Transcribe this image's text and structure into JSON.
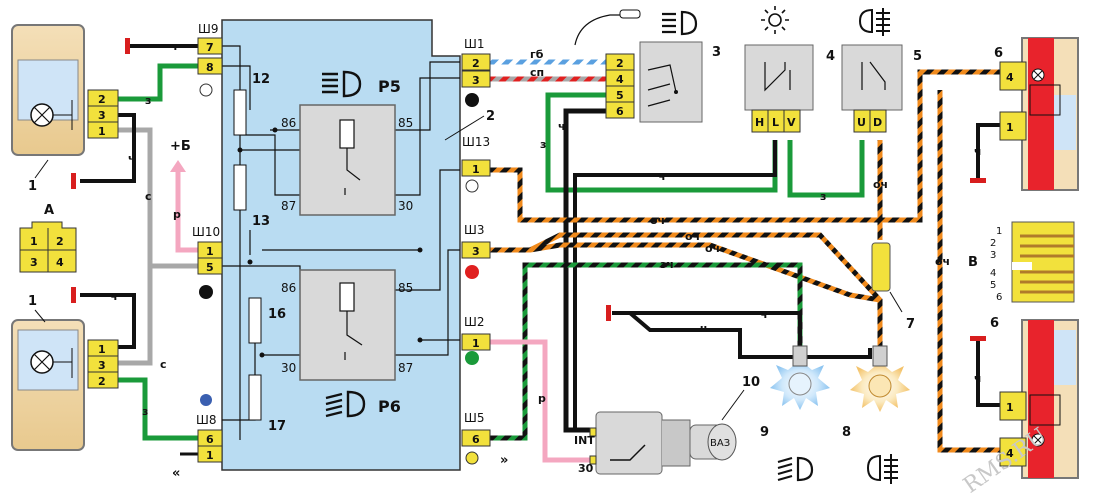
{
  "components": {
    "c1": "1",
    "c2": "2",
    "c3": "3",
    "c4": "4",
    "c5": "5",
    "c6": "6",
    "c7": "7",
    "c8": "8",
    "c9": "9",
    "c10": "10"
  },
  "views": {
    "a": "А",
    "v": "В"
  },
  "connector_a_pins": [
    "1",
    "2",
    "3",
    "4"
  ],
  "connector_v_pins": [
    "1",
    "2",
    "3",
    "4",
    "5",
    "6"
  ],
  "relays": {
    "p5": "Р5",
    "p6": "Р6"
  },
  "relay_pins": {
    "p86": "86",
    "p85": "85",
    "p87": "87",
    "p30": "30"
  },
  "fuses": {
    "f12": "12",
    "f13": "13",
    "f16": "16",
    "f17": "17"
  },
  "block_connectors": {
    "sh9": "Ш9",
    "sh10": "Ш10",
    "sh8": "Ш8",
    "sh1": "Ш1",
    "sh13": "Ш13",
    "sh3": "Ш3",
    "sh2": "Ш2",
    "sh5": "Ш5"
  },
  "plus_b": "+Б",
  "wire_colors": {
    "ch": "ч",
    "z": "з",
    "s": "с",
    "r": "р",
    "gb": "гб",
    "sp": "сп",
    "och": "оч",
    "zch": "зч"
  },
  "switch_pins": {
    "h": "H",
    "l": "L",
    "v": "V",
    "u": "U",
    "d": "D"
  },
  "ignition_pins": {
    "int": "INT",
    "p30": "30"
  },
  "key_text": "ВАЗ",
  "watermark": "RMS.RU",
  "colors": {
    "block_fill": "#b9dcf2",
    "connector_yellow": "#f2e13c",
    "wire_green": "#1a9a3a",
    "wire_black": "#111111",
    "wire_orange": "#f08a1c",
    "wire_pink": "#f4a7c0",
    "wire_grey": "#a8a8a8",
    "wire_blue": "#5aa0e0",
    "wire_red": "#e02020",
    "lamp_red": "#e8232c",
    "ground_red": "#d81e1e"
  }
}
